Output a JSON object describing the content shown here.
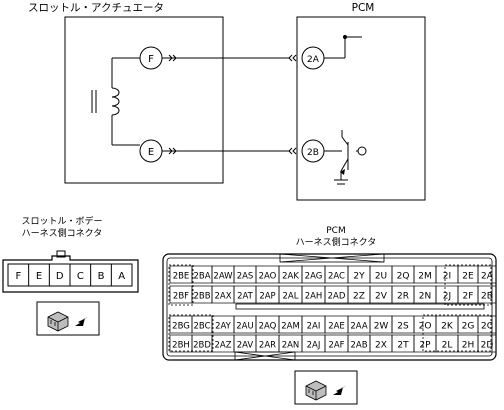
{
  "title_throttle": "スロットル・アクチュエータ",
  "title_pcm": "PCM",
  "pin_f": "F",
  "pin_e": "E",
  "pin_2a": "2A",
  "pin_2b": "2B",
  "connector_left_title_1": "スロットル・ボデー",
  "connector_left_title_2": "ハーネス側コネクタ",
  "connector_left_pins": [
    "F",
    "E",
    "D",
    "C",
    "B",
    "A"
  ],
  "connector_right_title_1": "PCM",
  "connector_right_title_2": "ハーネス側コネクタ",
  "pcm_rows": [
    [
      "2BE",
      "2BA",
      "2AW",
      "2AS",
      "2AO",
      "2AK",
      "2AG",
      "2AC",
      "2Y",
      "2U",
      "2Q",
      "2M",
      "2I",
      "2E",
      "2A"
    ],
    [
      "2BF",
      "2BB",
      "2AX",
      "2AT",
      "2AP",
      "2AL",
      "2AH",
      "2AD",
      "2Z",
      "2V",
      "2R",
      "2N",
      "2J",
      "2F",
      "2B"
    ],
    [
      "2BG",
      "2BC",
      "2AY",
      "2AU",
      "2AQ",
      "2AM",
      "2AI",
      "2AE",
      "2AA",
      "2W",
      "2S",
      "2O",
      "2K",
      "2G",
      "2C"
    ],
    [
      "2BH",
      "2BD",
      "2AZ",
      "2AV",
      "2AR",
      "2AN",
      "2AJ",
      "2AF",
      "2AB",
      "2X",
      "2T",
      "2P",
      "2L",
      "2H",
      "2D"
    ]
  ]
}
